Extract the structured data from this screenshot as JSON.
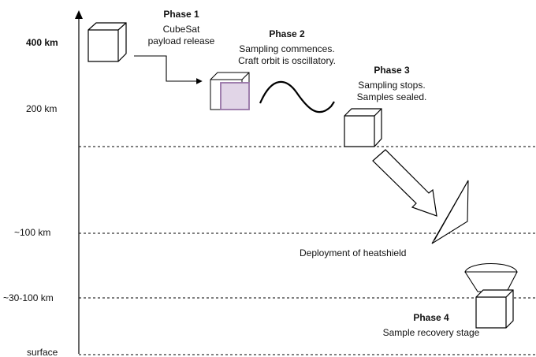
{
  "axis": {
    "labels": {
      "km400": "400 km",
      "km200": "200 km",
      "km100": "~100 km",
      "km30_100": "~30-100 km",
      "surface": "surface"
    }
  },
  "phases": {
    "phase1": {
      "title": "Phase 1",
      "line1": "CubeSat",
      "line2": "payload release"
    },
    "phase2": {
      "title": "Phase 2",
      "line1": "Sampling commences.",
      "line2": "Craft orbit is oscillatory."
    },
    "phase3": {
      "title": "Phase 3",
      "line1": "Sampling stops.",
      "line2": "Samples sealed."
    },
    "phase4": {
      "title": "Phase 4",
      "line1": "Sample recovery stage"
    }
  },
  "heatshield_label": "Deployment of heatshield",
  "colors": {
    "line": "#000000",
    "cube_fill": "#ffffff",
    "highlight_cube_fill": "#e1d5e7",
    "highlight_cube_stroke": "#9673a6"
  }
}
